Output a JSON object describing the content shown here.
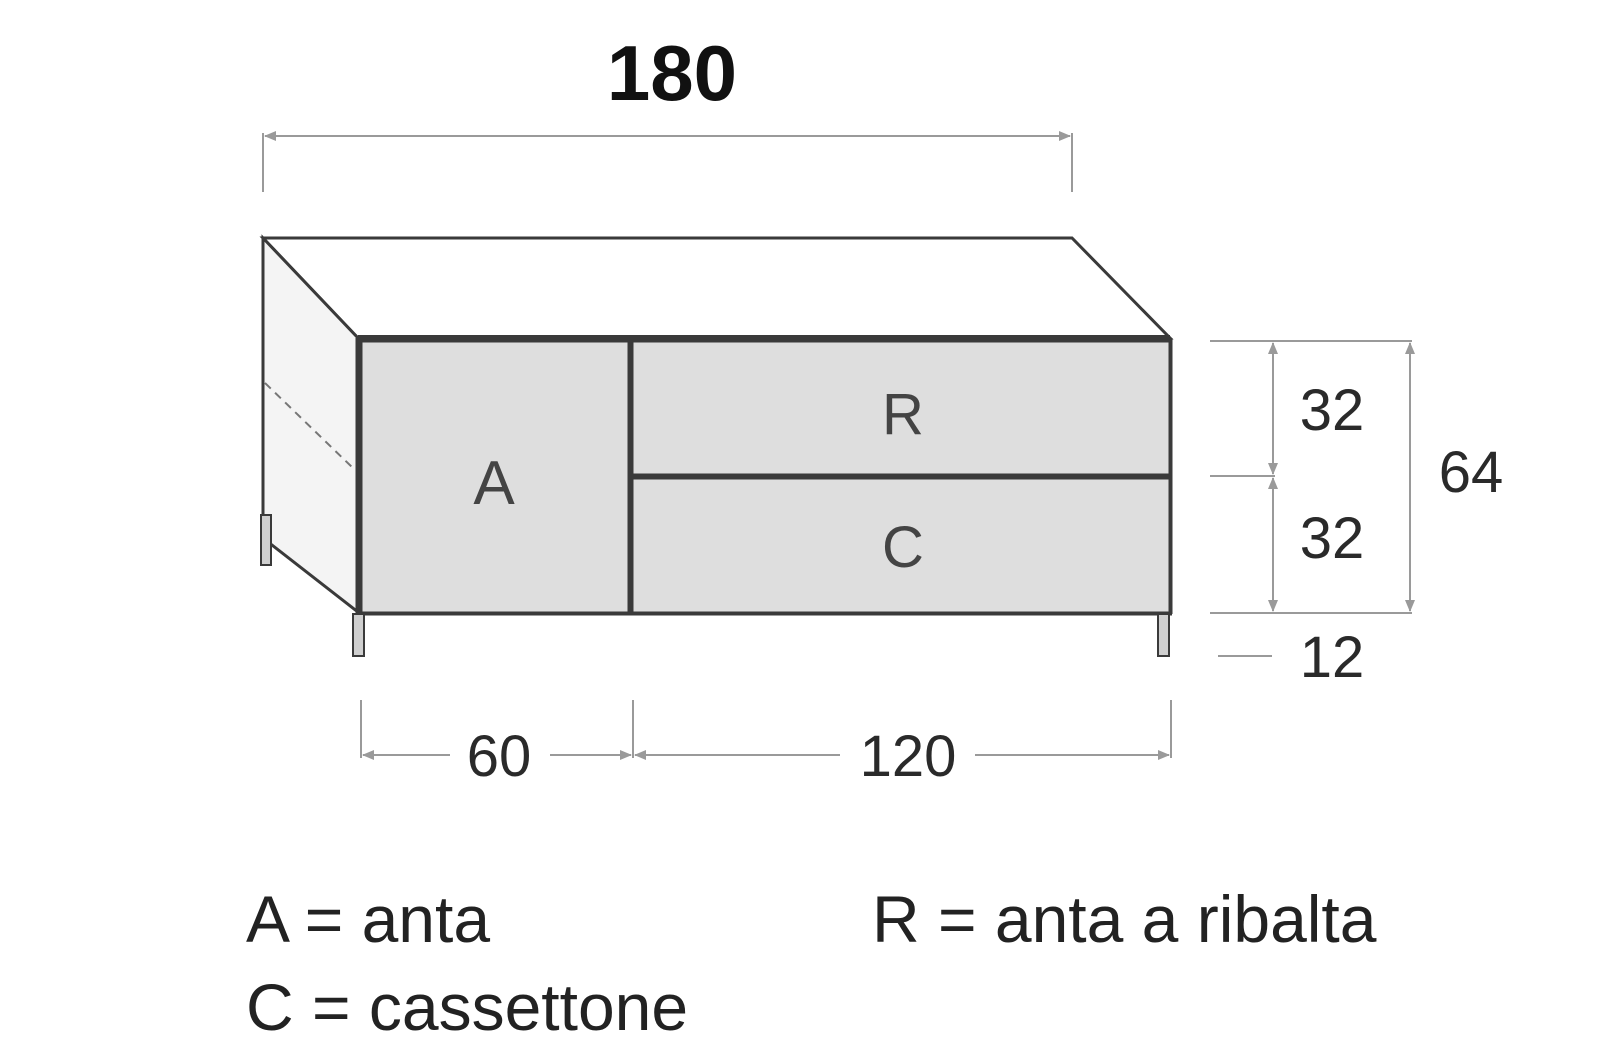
{
  "dimensions": {
    "total_width": "180",
    "door_width": "60",
    "drawer_width": "120",
    "flap_height": "32",
    "drawer_height": "32",
    "body_height": "64",
    "leg_height": "12"
  },
  "panels": {
    "door_letter": "A",
    "flap_letter": "R",
    "drawer_letter": "C"
  },
  "legend": {
    "door": "A = anta",
    "flap": "R = anta a ribalta",
    "drawer": "C = cassettone"
  },
  "colors": {
    "outline": "#3a3a3a",
    "panel_fill": "#dedede",
    "side_fill": "#f2f2f2",
    "top_fill": "#ffffff",
    "dimension_line": "#9a9a9a",
    "text": "#222222"
  }
}
